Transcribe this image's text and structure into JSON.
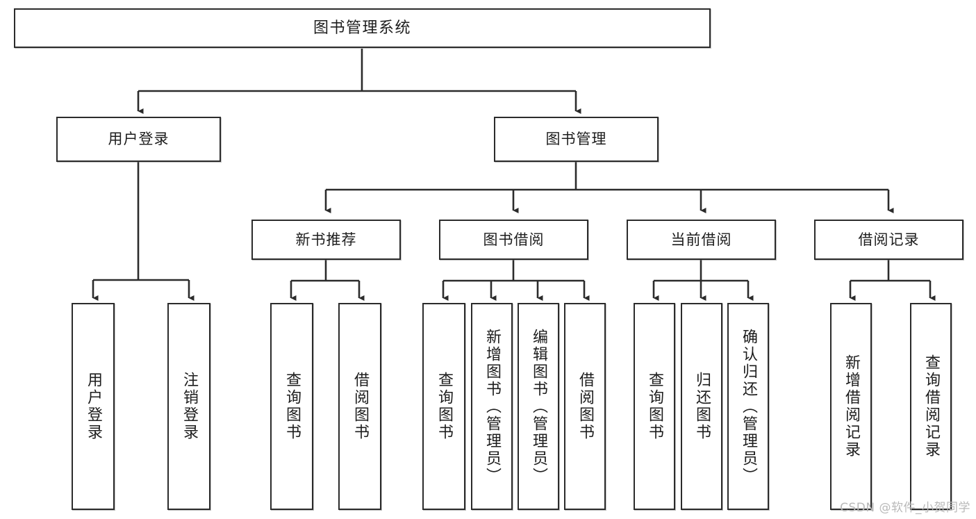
{
  "diagram": {
    "type": "tree",
    "title": "图书管理系统",
    "root": {
      "label": "图书管理系统"
    },
    "level2": [
      {
        "label": "用户登录"
      },
      {
        "label": "图书管理"
      }
    ],
    "level3": [
      {
        "label": "新书推荐"
      },
      {
        "label": "图书借阅"
      },
      {
        "label": "当前借阅"
      },
      {
        "label": "借阅记录"
      }
    ],
    "leaves": {
      "user_login": [
        {
          "label": "用户登录"
        },
        {
          "label": "注销登录"
        }
      ],
      "new_book_recommend": [
        {
          "label": "查询图书"
        },
        {
          "label": "借阅图书"
        }
      ],
      "book_borrow": [
        {
          "label": "查询图书"
        },
        {
          "label": "新增图书（管理员）"
        },
        {
          "label": "编辑图书（管理员）"
        },
        {
          "label": "借阅图书"
        }
      ],
      "current_borrow": [
        {
          "label": "查询图书"
        },
        {
          "label": "归还图书"
        },
        {
          "label": "确认归还（管理员）"
        }
      ],
      "borrow_record": [
        {
          "label": "新增借阅记录"
        },
        {
          "label": "查询借阅记录"
        }
      ]
    }
  },
  "watermark": {
    "text": "CSDN @软件_小贺同学"
  },
  "colors": {
    "border": "#2b2b2b",
    "background": "#ffffff",
    "text": "#1d1d1d",
    "watermark": "#b9b9b9"
  }
}
